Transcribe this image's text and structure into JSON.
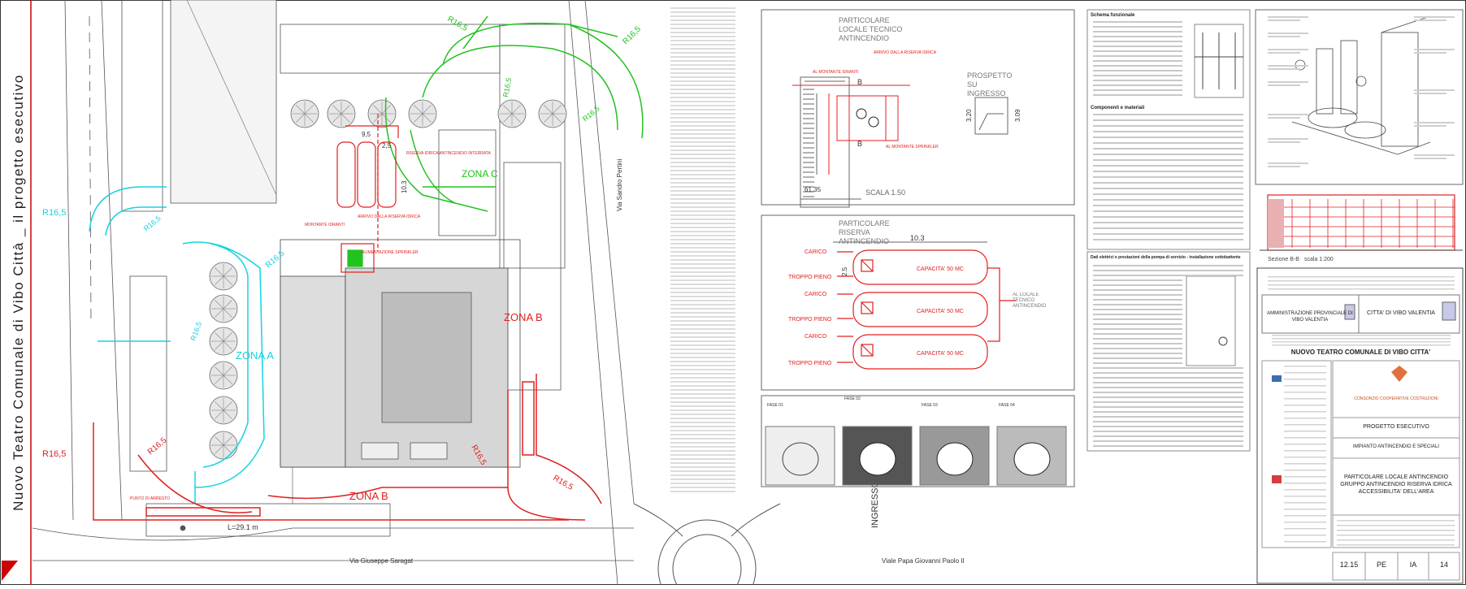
{
  "vertical_title": "Nuovo Teatro Comunale di Vibo Città _ il progetto esecutivo",
  "site_plan": {
    "zones": [
      "ZONA A",
      "ZONA B",
      "ZONA B",
      "ZONA C"
    ],
    "radii": [
      "R16,5",
      "R16,5",
      "R16,5",
      "R16,5",
      "R16,5",
      "R16,5",
      "R16,5",
      "R16,5",
      "R16,5",
      "R16,5",
      "R16,5",
      "R16,5"
    ],
    "streets": [
      "Via Giuseppe Saragat",
      "Viale Papa Giovanni Paolo II",
      "Via Sandro Pertini"
    ],
    "dimension_length": "L=29.1 m",
    "reserve_dim_1": "9,5",
    "reserve_dim_2": "2,5",
    "reserve_dim_3": "10,3",
    "tank_label": "RISERVA IDRICA ANTINCENDIO INTERRATA",
    "tank_arrivo": "ARRIVO DALLA RISERVA IDRICA",
    "montante_idranti": "MONTANTE IDRANTI",
    "montante_sprinkler": "ALIMENTAZIONE SPRINKLER",
    "ingresso": "INGRESSO VVF",
    "stop_label": "PUNTO DI ARRESTO"
  },
  "detail_local": {
    "title": "PARTICOLARE LOCALE TECNICO ANTINCENDIO",
    "prospetto": "PROSPETTO SU INGRESSO",
    "scala": "SCALA 1.50",
    "elev": "61.35",
    "al_montante_idranti": "AL MONTANTE IDRANTI",
    "arrivo_riserva": "ARRIVO DALLA RISERVA IDRICA",
    "al_montante_sprinkler": "AL MONTANTE SPRINKLER",
    "dim_320": "3.20",
    "dim_309": "3.09",
    "label_b": "B"
  },
  "detail_reserve": {
    "title": "PARTICOLARE RISERVA ANTINCENDIO",
    "dim": "10.3",
    "dim_h": "2.5",
    "tanks": [
      "CAPACITA' 50 MC",
      "CAPACITA' 50 MC",
      "CAPACITA' 50 MC"
    ],
    "carico": "CARICO",
    "troppo_pieno": "TROPPO PIENO",
    "al_locale": "AL LOCALE TECNICO ANTINCENDIO"
  },
  "fasi": [
    "FASE 01",
    "FASE 02",
    "FASE 03",
    "FASE 04"
  ],
  "schema": {
    "title": "Schema funzionale",
    "components_title": "Componenti e materiali",
    "pump_title": "Dati elettrici e prestazioni della pompa di servizio - installazione sottobattente"
  },
  "section": {
    "label": "Sezione B-B",
    "scale": "scala 1:200"
  },
  "title_block": {
    "ente_1": "AMMINISTRAZIONE PROVINCIALE DI VIBO VALENTIA",
    "ente_2": "CITTA' DI VIBO VALENTIA",
    "project": "NUOVO TEATRO COMUNALE DI VIBO CITTA'",
    "consorzio": "CONSORZIO COOPERATIVE COSTRUZIONI",
    "fase": "PROGETTO ESECUTIVO",
    "category": "IMPIANTO ANTINCENDIO E SPECIALI",
    "drawing_title": "PARTICOLARE LOCALE ANTINCENDIO GRUPPO ANTINCENDIO RISERVA IDRICA ACCESSIBILITA' DELL'AREA",
    "codes": [
      "12.15",
      "PE",
      "IA",
      "14"
    ]
  },
  "colors": {
    "red": "#e02020",
    "green": "#22c21f",
    "cyan": "#18d2e0",
    "line": "#555555"
  }
}
